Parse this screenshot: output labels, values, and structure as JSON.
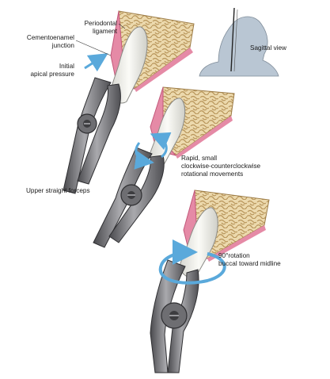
{
  "labels": {
    "periodontal_ligament": [
      "Periodontal",
      "ligament"
    ],
    "cementoenamel_junction": [
      "Cementoenamel",
      "junction"
    ],
    "initial_apical_pressure": [
      "Initial",
      "apical pressure"
    ],
    "sagittal_view": "Sagittal view",
    "rotational_movements": [
      "Rapid, small",
      "clockwise-counterclockwise",
      "rotational movements"
    ],
    "upper_straight_forceps": "Upper straight forceps",
    "rotation_90": [
      "90°rotation",
      "buccal toward midline"
    ]
  },
  "colors": {
    "bone": "#e8d3a3",
    "bone_trabecula": "#c9a96a",
    "gingiva": "#e58aa6",
    "tooth": "#eeeeea",
    "forceps": "#7d7d80",
    "forceps_dark": "#3d3d40",
    "arrow": "#5aa9db",
    "head": "#b9c6d3"
  },
  "icons": [
    "forceps-illustration",
    "tooth-illustration",
    "bone-illustration",
    "head-silhouette-icon",
    "arrow-icon",
    "rotation-arrow-icon"
  ]
}
